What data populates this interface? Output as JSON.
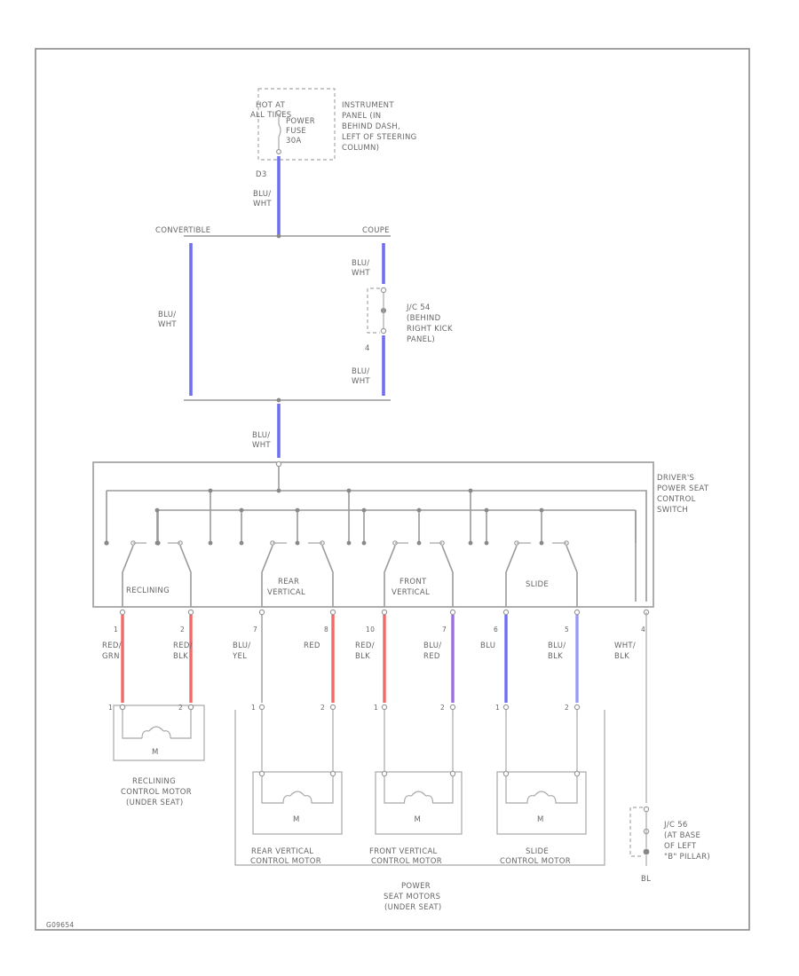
{
  "fuse": {
    "hot_at": [
      "HOT AT",
      "ALL TIMES"
    ],
    "fuse_text": [
      "POWER",
      "FUSE",
      "30A"
    ],
    "fuse_desc": [
      "INSTRUMENT",
      "PANEL (IN",
      "BEHIND DASH,",
      "LEFT OF STEERING",
      "COLUMN)"
    ],
    "pin": "D3"
  },
  "wires": {
    "main": [
      "BLU/",
      "WHT"
    ],
    "left": [
      "BLU/",
      "WHT"
    ],
    "right_upper": [
      "BLU/",
      "WHT"
    ],
    "right_lower": [
      "BLU/",
      "WHT"
    ],
    "to_switch": [
      "BLU/",
      "WHT"
    ]
  },
  "branches": {
    "left": "CONVERTIBLE",
    "right": "COUPE"
  },
  "jc": {
    "text": [
      "J/C 54",
      "(BEHIND",
      "RIGHT KICK",
      "PANEL)"
    ],
    "pin": "4"
  },
  "switch": {
    "name": [
      "DRIVER'S",
      "POWER SEAT",
      "CONTROL",
      "SWITCH"
    ],
    "sections": [
      "RECLINING",
      "REAR VERTICAL",
      "FRONT VERTICAL",
      "SLIDE"
    ],
    "section_lines": [
      [
        "RECLINING"
      ],
      [
        "REAR",
        "VERTICAL"
      ],
      [
        "FRONT",
        "VERTICAL"
      ],
      [
        "SLIDE"
      ]
    ],
    "pins": [
      "1",
      "2",
      "7",
      "8",
      "10",
      "7",
      "6",
      "5",
      "4"
    ]
  },
  "harness": [
    {
      "label": [
        "RED/",
        "GRN"
      ],
      "color": "#f06a6a"
    },
    {
      "label": [
        "RED/",
        "BLK"
      ],
      "color": "#f06a6a"
    },
    {
      "label": [
        "BLU/",
        "YEL"
      ],
      "color": "#b0b0b0"
    },
    {
      "label": [
        "RED"
      ],
      "color": "#f06a6a"
    },
    {
      "label": [
        "RED/",
        "BLK"
      ],
      "color": "#f06a6a"
    },
    {
      "label": [
        "BLU/",
        "RED"
      ],
      "color": "#9c6ee0"
    },
    {
      "label": [
        "BLU"
      ],
      "color": "#6f6ff2"
    },
    {
      "label": [
        "BLU/",
        "BLK"
      ],
      "color": "#9a9af5"
    },
    {
      "label": [
        "WHT/",
        "BLK"
      ],
      "color": "#b0b0b0"
    }
  ],
  "motors": {
    "symbol": "M",
    "reclining": [
      "RECLINING",
      "CONTROL MOTOR",
      "(UNDER SEAT)"
    ],
    "rear": [
      "REAR VERTICAL",
      "CONTROL MOTOR"
    ],
    "front": [
      "FRONT VERTICAL",
      "CONTROL MOTOR"
    ],
    "slide": [
      "SLIDE",
      "CONTROL MOTOR"
    ],
    "group": [
      "POWER",
      "SEAT MOTORS",
      "(UNDER SEAT)"
    ],
    "pin_pairs": [
      [
        "1",
        "2"
      ],
      [
        "1",
        "2"
      ],
      [
        "1",
        "2"
      ],
      [
        "1",
        "2"
      ]
    ]
  },
  "ground": {
    "text": [
      "J/C 56",
      "(AT BASE",
      "OF LEFT",
      "\"B\" PILLAR)"
    ],
    "id": "BL"
  },
  "footer": {
    "code": "G09654"
  },
  "colors": {
    "blue": "#6f6ff2",
    "red": "#f06a6a",
    "purple": "#9c6ee0",
    "light_blue": "#9a9af5",
    "line": "#9a9a9a"
  }
}
